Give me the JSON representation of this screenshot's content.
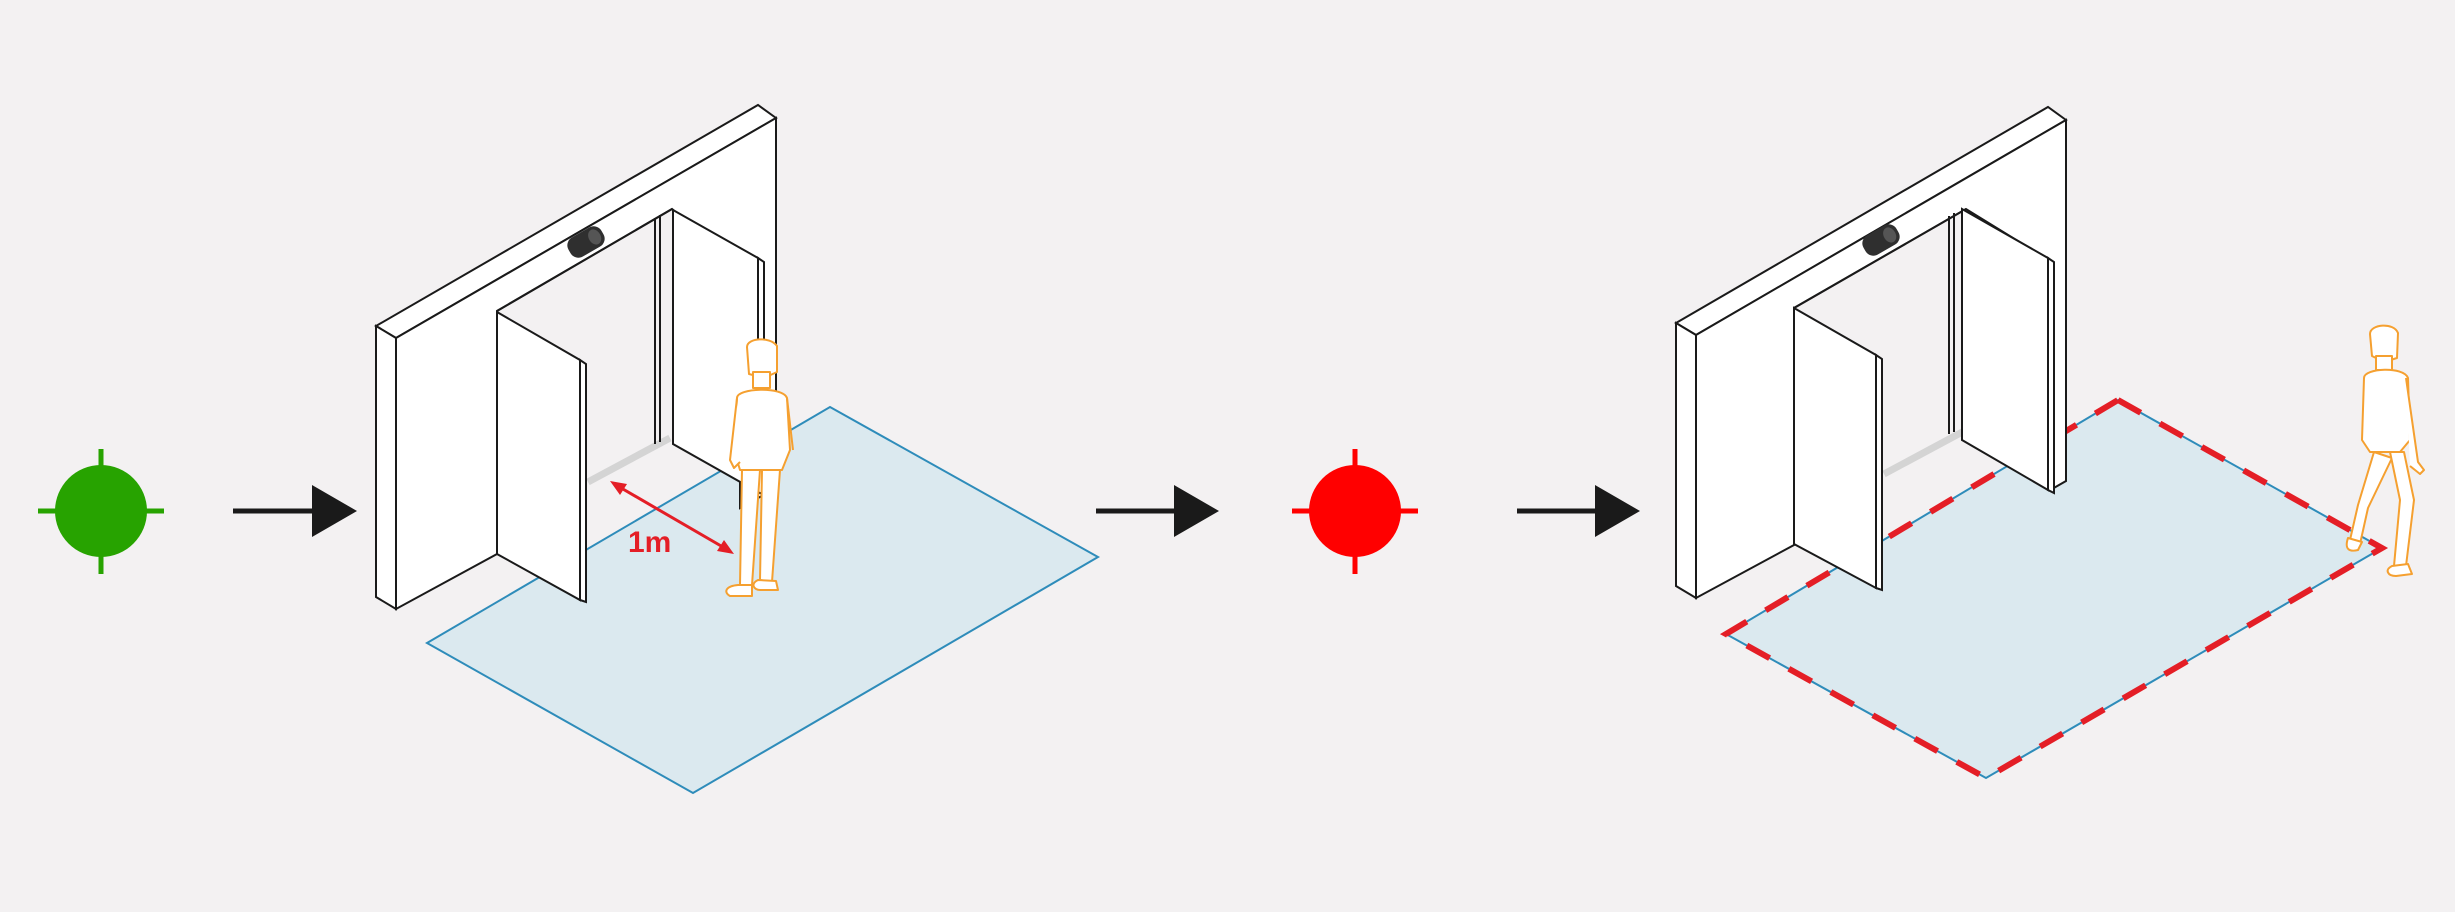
{
  "diagram": {
    "colors": {
      "background": "#f3f1f2",
      "sensor_active": "#27a300",
      "sensor_alert": "#ff0000",
      "arrow": "#1a1a1a",
      "detection_zone_fill": "#dbe9ef",
      "detection_zone_stroke": "#2e8cba",
      "person_outline": "#f5a030",
      "measurement": "#e41e26",
      "zone_boundary_dash": "#e41e26",
      "door_fill": "#ffffff",
      "door_stroke": "#1a1a1a",
      "floor_track": "#d4d4d4"
    },
    "icons": [
      "crosshair-sensor-icon",
      "arrow-right-icon",
      "sensor-camera-icon",
      "person-icon"
    ],
    "steps": [
      {
        "sensor_state": "active"
      },
      {
        "scene": "person-within-zone",
        "measurement_label": "1m"
      },
      {
        "sensor_state": "alert"
      },
      {
        "scene": "person-leaving-zone"
      }
    ]
  }
}
